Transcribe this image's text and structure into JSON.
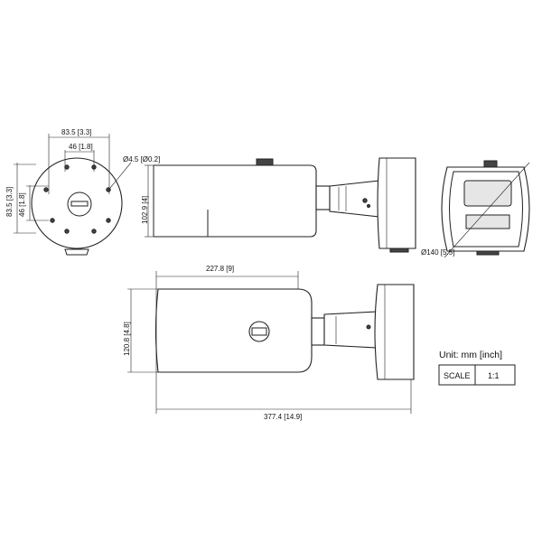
{
  "dimensions": {
    "mount_width": "83.5 [3.3]",
    "hole_spacing_h": "46 [1.8]",
    "hole_diameter": "Ø4.5 [Ø0.2]",
    "mount_height": "83.5 [3.3]",
    "hole_spacing_v": "46 [1.8]",
    "body_height_side": "102.9 [4]",
    "front_diameter": "Ø140 [5.5]",
    "body_length": "227.8 [9]",
    "top_height": "120.8 [4.8]",
    "total_length": "377.4 [14.9]"
  },
  "units": {
    "label": "Unit: mm [inch]",
    "scale_label": "SCALE",
    "scale_value": "1:1"
  }
}
